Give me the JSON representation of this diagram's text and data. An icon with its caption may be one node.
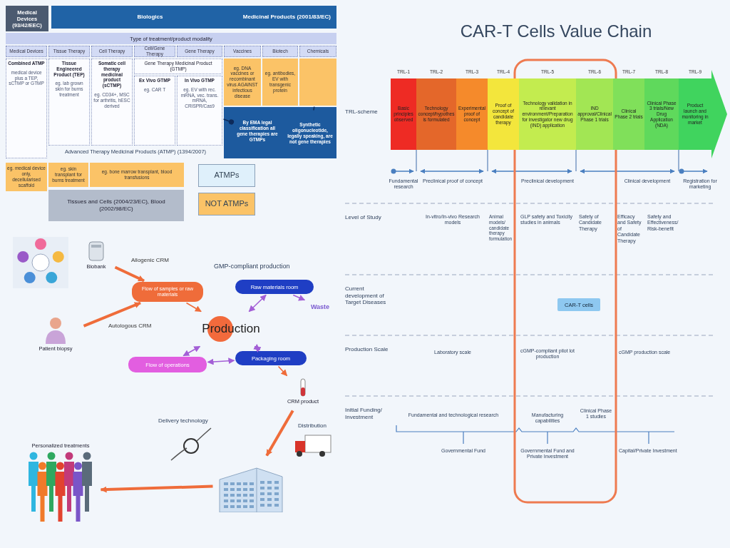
{
  "diagram": {
    "title": "CAR-T Cells Value Chain",
    "nodes": [
      {
        "text": [
          "Medical Devices (93/42/EEC)"
        ]
      },
      {
        "text": [
          "Biologics",
          "Medicinal Products (2001/83/EC)"
        ]
      },
      {
        "text": [
          "Type of treatment/product modality"
        ]
      },
      {
        "text": [
          "Medical Devices"
        ]
      },
      {
        "text": [
          "Tissue Therapy"
        ]
      },
      {
        "text": [
          "Cell Therapy"
        ]
      },
      {
        "text": [
          "Cell/Gene Therapy"
        ]
      },
      {
        "text": [
          "Gene Therapy"
        ]
      },
      {
        "text": [
          "Vaccines"
        ]
      },
      {
        "text": [
          "Biotech"
        ]
      },
      {
        "text": [
          "Chemicals"
        ]
      },
      {
        "text": [
          "Combined ATMP",
          "medical device plus a TEP, sCTMP or GTMP"
        ]
      },
      {
        "text": [
          "Tissue Engineered Product (TEP)",
          "eg. lab grown skin for burns treatment"
        ]
      },
      {
        "text": [
          "Somatic cell therapy medicinal product (sCTMP)",
          "eg. CD34+, MSC for arthritis, hESC derived"
        ]
      },
      {
        "text": [
          "Gene Therapy Medicinal Product (GTMP)"
        ]
      },
      {
        "text": [
          "Ex Vivo GTMP",
          "eg. CAR T"
        ]
      },
      {
        "text": [
          "In Vivo GTMP",
          "eg. EV with rec. mRNA, vec. trans. mRNA, CRISPR/Cas9"
        ]
      },
      {
        "text": [
          "eg. DNA vaccines or recombinant virus AGAINST infectious disease"
        ]
      },
      {
        "text": [
          "eg. antibodies, EV with transgenic protein"
        ]
      },
      {
        "text": [],
        "shape": "box"
      },
      {
        "text": [],
        "shape": "box"
      },
      {
        "text": [
          "By EMA legal classification all gene therapies are GTMPs"
        ],
        "in": 20
      },
      {
        "text": [
          "Synthetic oligonucleotide, legally speaking, are not gene therapies"
        ],
        "in": 20
      },
      {
        "text": [
          "eg. medical device only, decellularised scaffold"
        ]
      },
      {
        "text": [
          "eg. skin transplant for burns treatment"
        ]
      },
      {
        "text": [
          "eg. bone marrow transplant, blood transfusions"
        ]
      },
      {
        "text": [
          "Tissues and Cells (2004/23/EC), Blood (2002/98/EC)"
        ]
      },
      {
        "text": [
          "Biobank"
        ]
      },
      {
        "text": [
          "Patient biopsy"
        ]
      },
      {
        "text": [
          "Flow of samples or raw materials"
        ]
      },
      {
        "text": [
          "Production"
        ]
      },
      {
        "text": [
          "Raw materials room"
        ]
      },
      {
        "text": [
          "Waste"
        ]
      },
      {
        "text": [
          "Packaging room"
        ]
      },
      {
        "text": [
          "Flow of operations"
        ]
      },
      {
        "text": [
          "CRM product"
        ]
      },
      {
        "text": [],
        "shape": "picture"
      },
      {
        "text": [
          "Personalized treatments"
        ]
      },
      {
        "text": [
          "TRL-1",
          "Basic principles observed"
        ]
      },
      {
        "text": [
          "TRL-2",
          "Technology concept/hypothesis formulated"
        ]
      },
      {
        "text": [
          "TRL-3",
          "Experimental proof of concept"
        ]
      },
      {
        "text": [
          "TRL-4",
          "Proof of concept of candidate therapy"
        ]
      },
      {
        "text": [
          "TRL-5",
          "Technology validation in relevant environment/Preparation for investigator new drug (IND) application"
        ]
      },
      {
        "text": [
          "TRL-6",
          "IND approval/Clinical Phase 1 trials"
        ]
      },
      {
        "text": [
          "TRL-7",
          "Clinical Phase 2 trials"
        ]
      },
      {
        "text": [
          "TRL-8",
          "Clinical Phase 3 trials/New Drug Application (NDA)"
        ]
      },
      {
        "text": [
          "TRL-9",
          "Product launch and monitoring in market"
        ]
      },
      {
        "text": [
          "CAR-T cells"
        ]
      }
    ],
    "edges": [
      {
        "from": 16,
        "to": 21,
        "arrow": "other",
        "color": "#0d2a5a"
      },
      {
        "from": 19,
        "to": 22,
        "arrow": "none",
        "color": "#0d2a5a"
      },
      {
        "from": 27,
        "to": 29,
        "arrow": "to",
        "label": "Allogenic CRM",
        "style": "thick"
      },
      {
        "from": 28,
        "to": 29,
        "arrow": "to",
        "label": "Autologous CRM",
        "style": "thick"
      },
      {
        "from": 29,
        "to": 30,
        "arrow": "to"
      },
      {
        "from": 30,
        "to": 31,
        "arrow": "both",
        "color": "#a35fd6"
      },
      {
        "from": 31,
        "to": 32,
        "arrow": "to",
        "color": "#a35fd6"
      },
      {
        "from": 30,
        "to": 33,
        "arrow": "both",
        "color": "#a35fd6"
      },
      {
        "from": 34,
        "to": 33,
        "arrow": "both",
        "color": "#a35fd6"
      },
      {
        "from": 30,
        "to": 34,
        "arrow": "both",
        "color": "#a35fd6"
      },
      {
        "from": 33,
        "to": 35,
        "arrow": "to"
      },
      {
        "from": 35,
        "to": 36,
        "arrow": "to",
        "style": "thick"
      },
      {
        "from": 36,
        "to": 37,
        "arrow": "to",
        "style": "thick"
      }
    ],
    "labels": [
      "Advanced Therapy Medicinal Products (ATMP) (1394/2007)",
      "GMP-compliant production",
      "Distribution",
      "Delivery technology",
      "TRL-scheme",
      "Fundamental research",
      "Preclinical proof of concept",
      "Preclinical development",
      "Clinical development",
      "Registration for marketing",
      "Level of Study",
      "In-vitro/In-vivo Research models",
      "Animal models/ candidate therapy formulation",
      "GLP safety and Toxicity studies in animals",
      "Safety of Candidate Therapy",
      "Efficacy and Safety of Candidate Therapy",
      "Safety and Effectiveness/ Risk-benefit",
      "Current development of Target Diseases",
      "Production Scale",
      "Laboratory scale",
      "cGMP-compliant pilot lot production",
      "cGMP production scale",
      "Initial Funding/ Investment",
      "Fundamental and technological research",
      "Manufacturing capabilities",
      "Clinical Phase 1 studies",
      "Governmental Fund",
      "Governmental Fund and Private Investment",
      "Capital/Private Investment"
    ],
    "legend": [
      {
        "text": "ATMPs",
        "color": "#dff0fb"
      },
      {
        "text": "NOT ATMPs",
        "color": "#fbc367"
      }
    ]
  }
}
